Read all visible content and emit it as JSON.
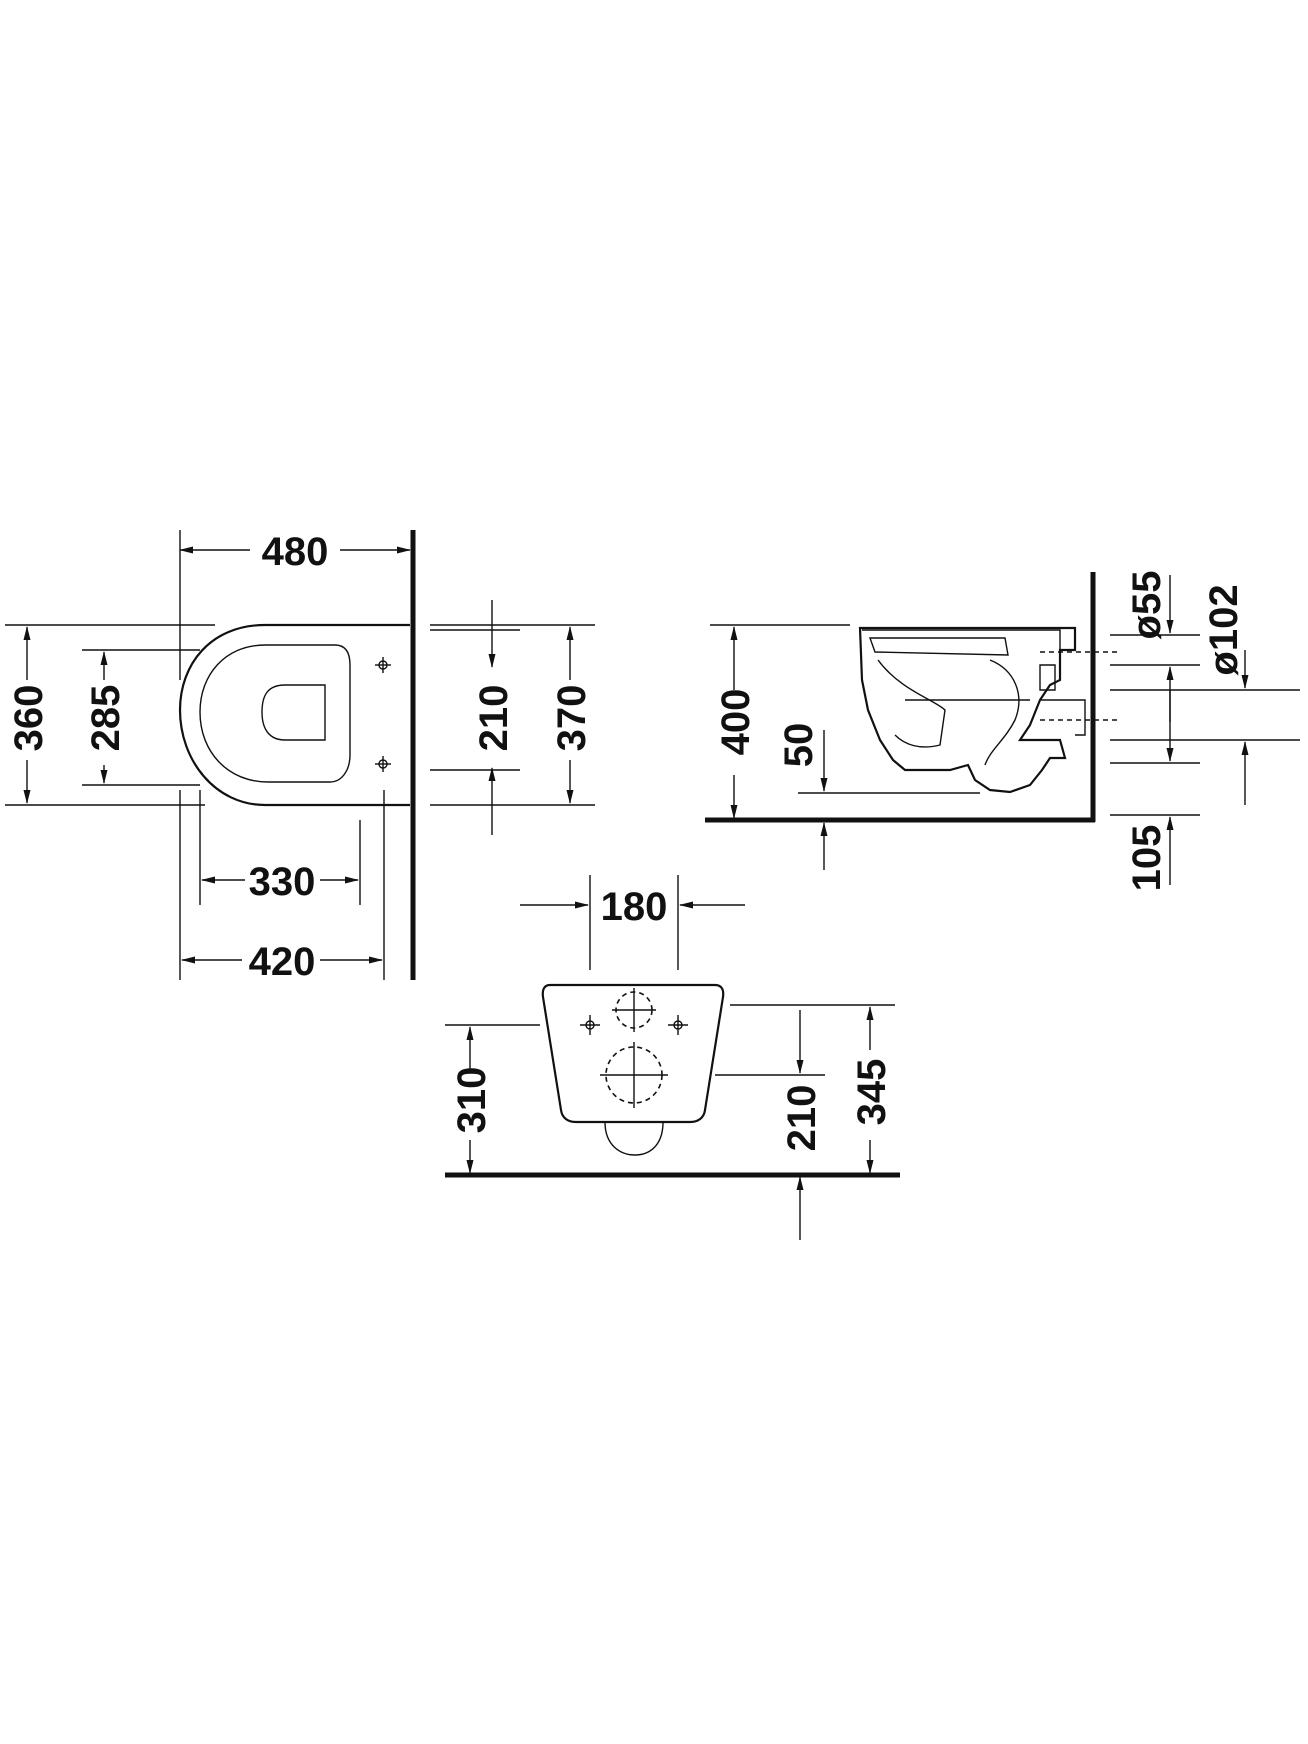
{
  "drawing": {
    "top_view": {
      "overall_width": "480",
      "overall_depth": "360",
      "seat_depth": "285",
      "fixing_spacing": "210",
      "bracket_depth": "370",
      "bowl_length": "330",
      "projection": "420"
    },
    "side_view": {
      "height": "400",
      "inlet_diameter": "ø55",
      "outlet_diameter": "ø102",
      "water_level": "50",
      "outlet_height": "105"
    },
    "rear_view": {
      "fixing_width": "180",
      "fixing_height": "310",
      "outlet_center_height": "210",
      "top_height": "345"
    }
  },
  "colors": {
    "line": "#111111",
    "background": "#ffffff"
  }
}
